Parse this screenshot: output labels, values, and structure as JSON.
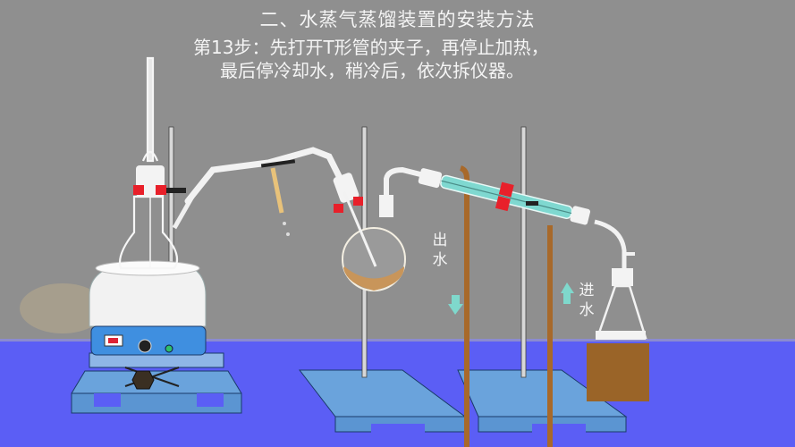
{
  "title": "二、水蒸气蒸馏装置的安装方法",
  "instruction": {
    "line1": "第13步：先打开T形管的夹子，再停止加热，",
    "line2": "最后停冷却水，稍冷后，依次拆仪器。"
  },
  "labels": {
    "water_out": "出水",
    "water_in": "进水"
  },
  "colors": {
    "background": "#8f8f8f",
    "bench": "#5b5ef5",
    "stand_base": "#6aa3dc",
    "tubing": "#a8692a",
    "clamp": "#e8202a",
    "condenser_water": "#7fd8d0",
    "arrow": "#7fd8cc",
    "heater_panel": "#3f8fe0",
    "receiver_box": "#9a6428",
    "liquid": "#c8955a"
  },
  "components": [
    "steam-generator-flask",
    "heating-mantle",
    "lab-jack",
    "t-tube-with-clamp",
    "distilling-flask",
    "condenser",
    "adapter",
    "receiving-flask",
    "ring-stands"
  ]
}
